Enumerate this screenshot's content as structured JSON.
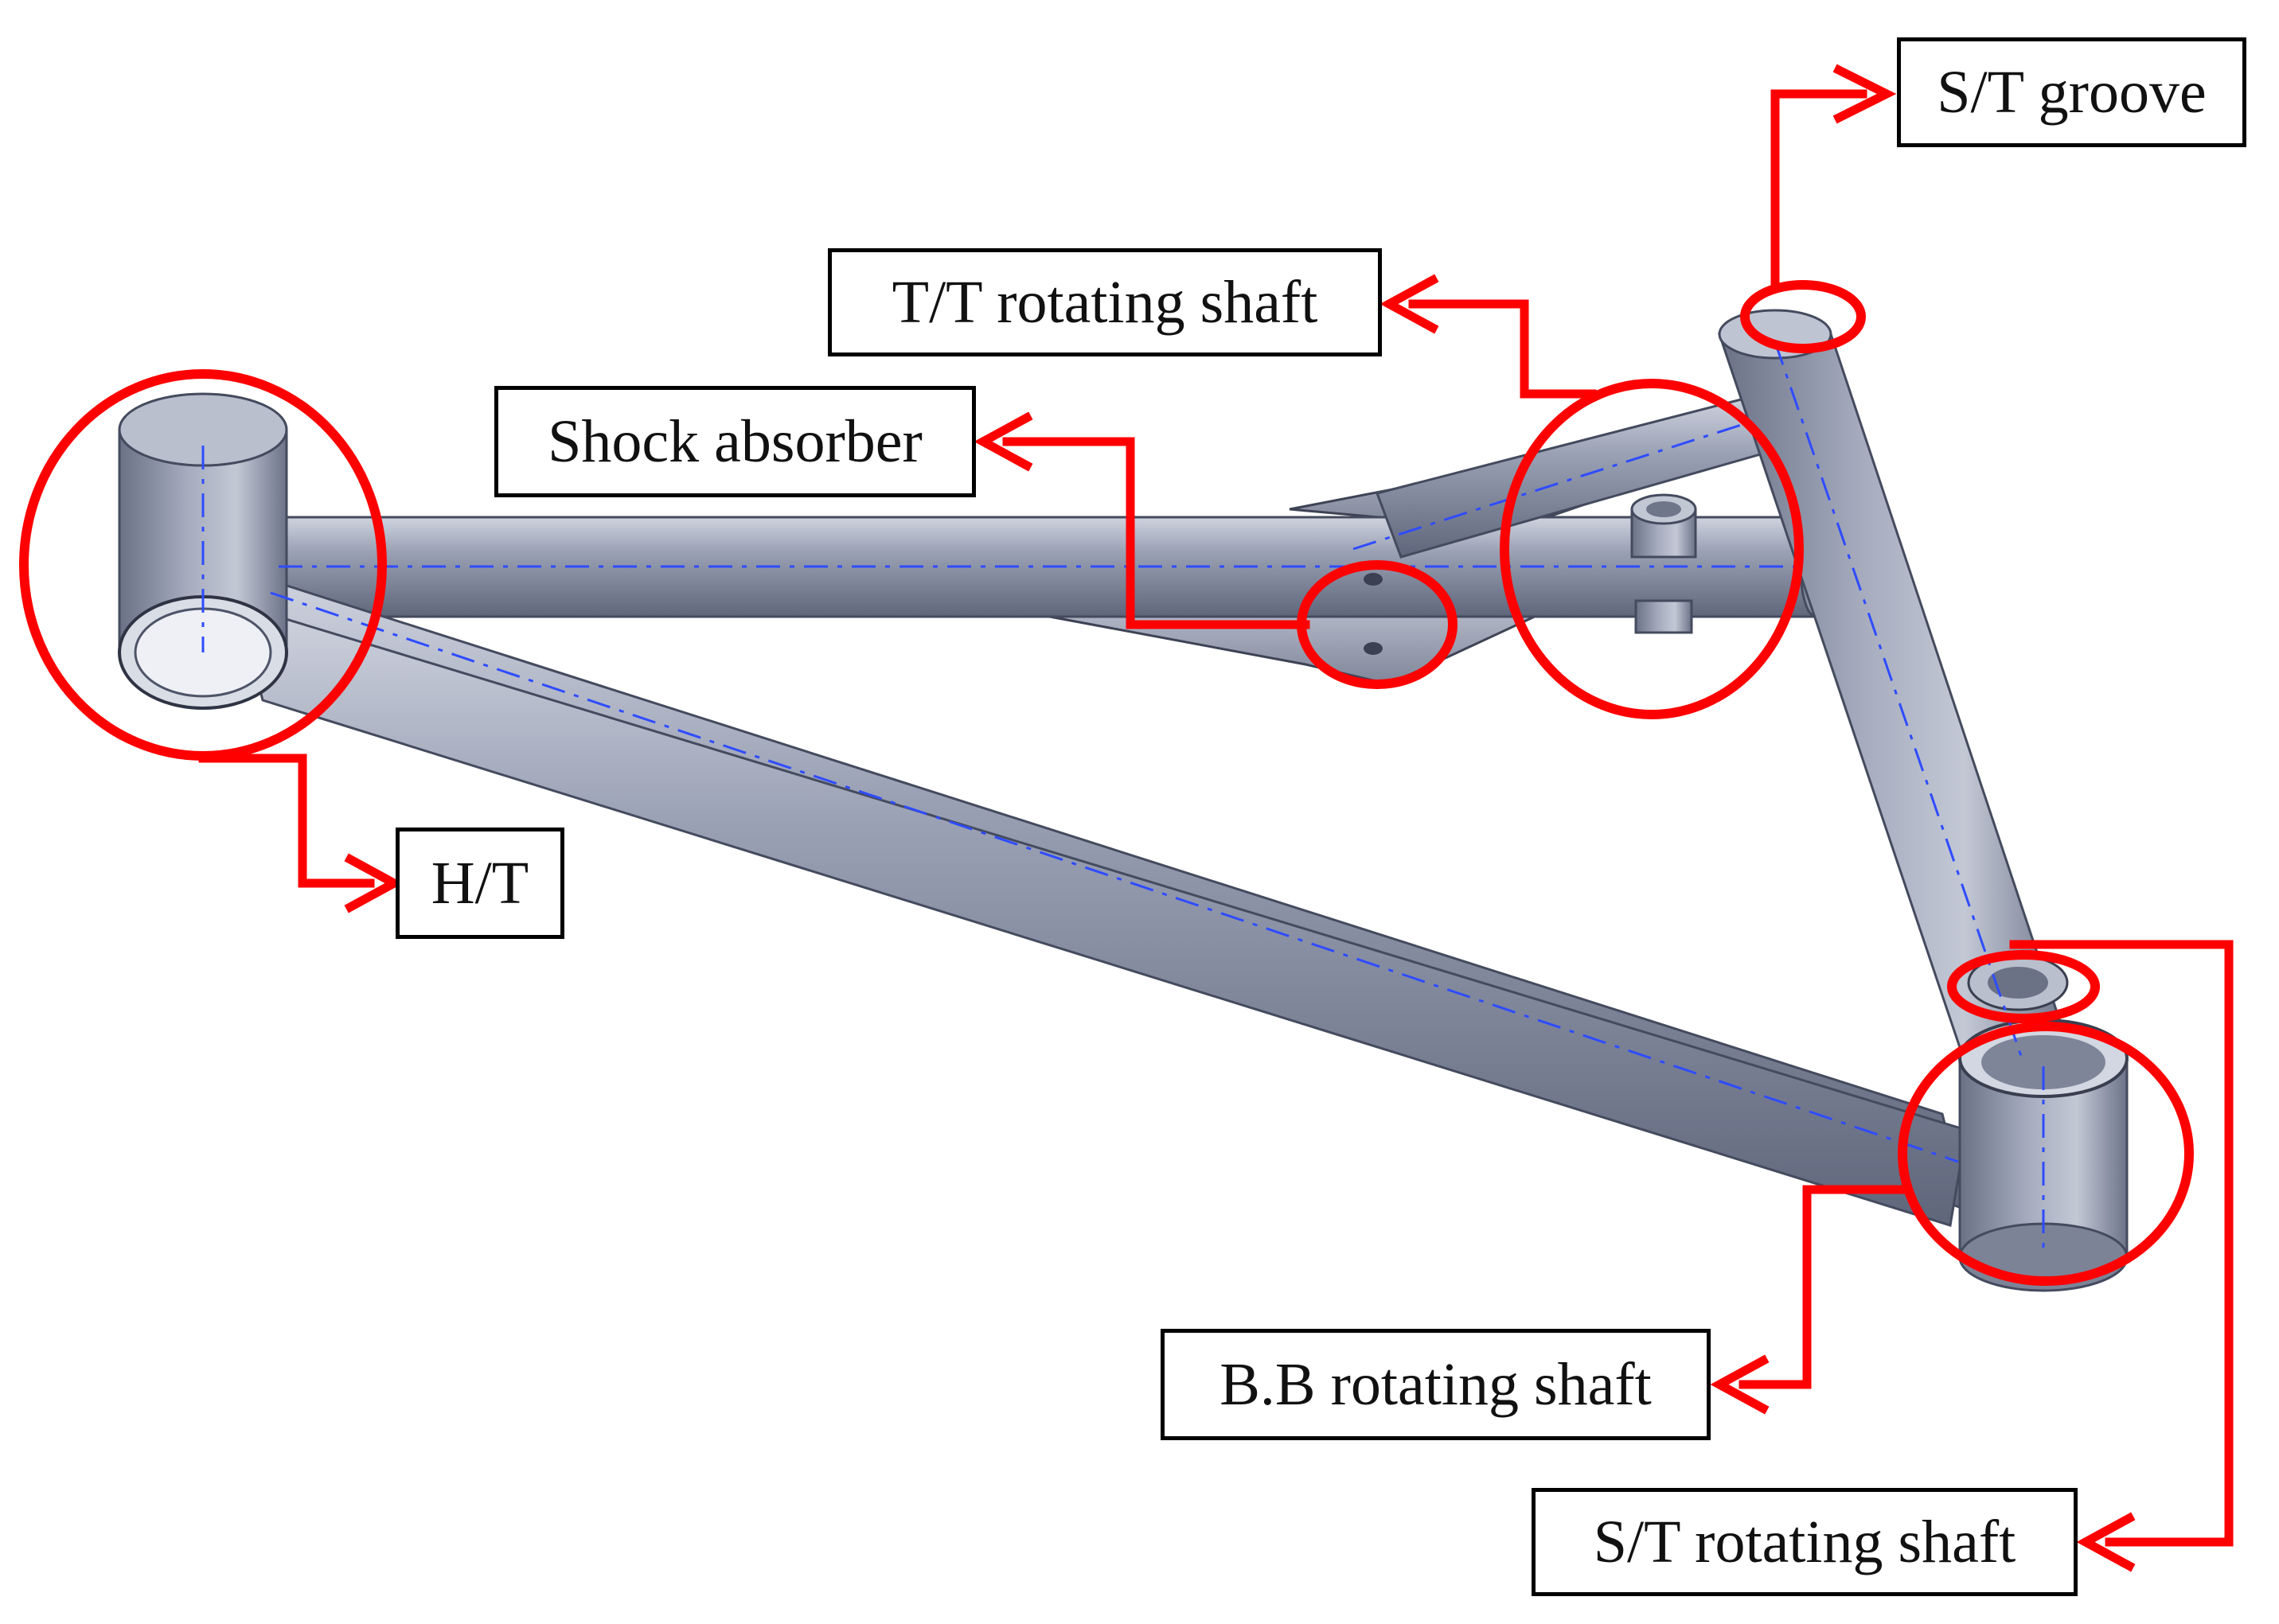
{
  "diagram": {
    "labels": {
      "st_groove": "S/T groove",
      "tt_rotating_shaft": "T/T rotating shaft",
      "shock_absorber": "Shock absorber",
      "ht": "H/T",
      "bb_rotating_shaft": "B.B rotating shaft",
      "st_rotating_shaft": "S/T rotating shaft"
    },
    "colors": {
      "annotation": "#ff0000",
      "tube": "#8c94a8",
      "tube_shadow": "#5e657a",
      "tube_highlight": "#c9cedb",
      "centerline": "#2e4cff",
      "label_border": "#000000"
    }
  }
}
